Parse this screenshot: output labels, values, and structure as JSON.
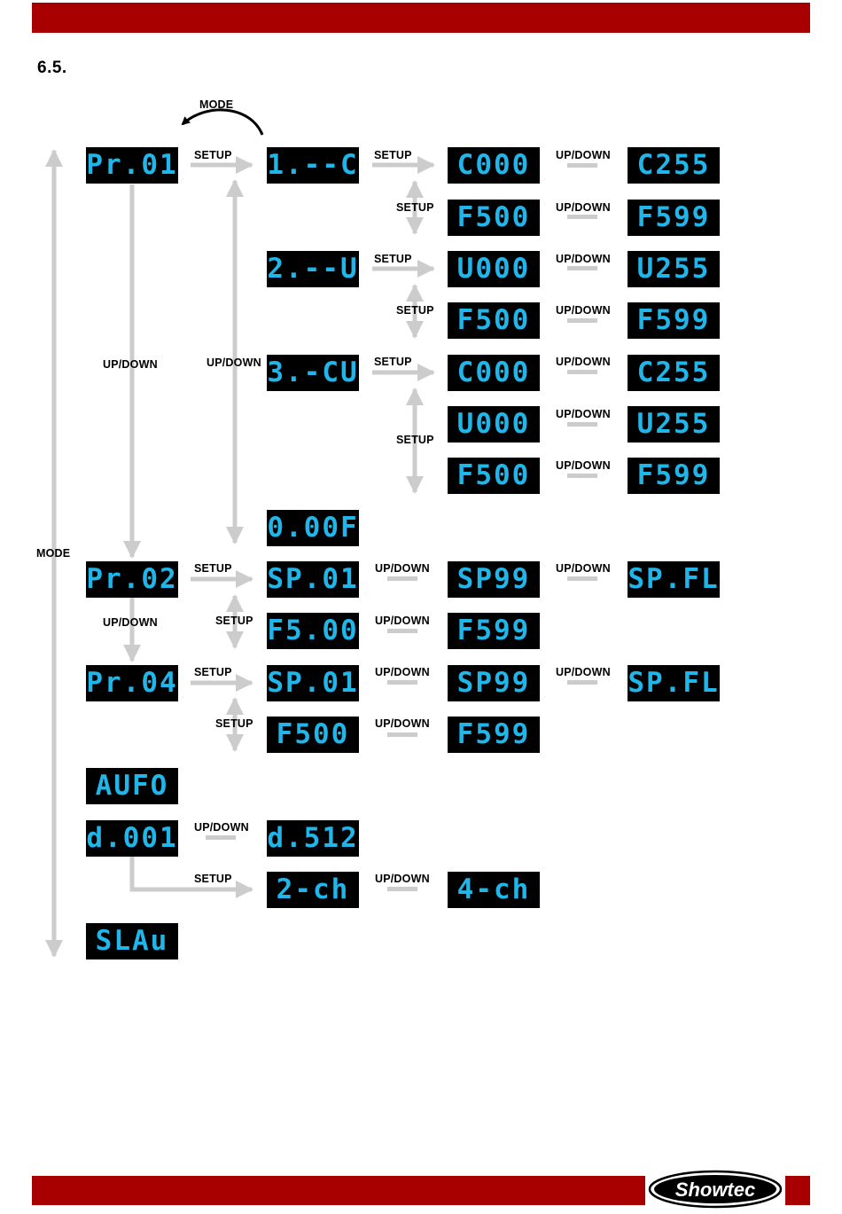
{
  "heading": "6.5.",
  "brand": {
    "logo_text": "Showtec",
    "bar_color": "#a80000"
  },
  "labels": {
    "mode": "MODE",
    "setup": "SETUP",
    "updown": "UP/DOWN"
  },
  "displays": {
    "pr01": "Pr.01",
    "m1": "1.--C",
    "c000a": "C000",
    "c255a": "C255",
    "f500a": "F500",
    "f599a": "F599",
    "m2": "2.--U",
    "u000a": "U000",
    "u255a": "U255",
    "f500b": "F500",
    "f599b": "F599",
    "m3": "3.-CU",
    "c000b": "C000",
    "c255b": "C255",
    "u000b": "U000",
    "u255b": "U255",
    "f500c": "F500",
    "f599c": "F599",
    "d00f": "0.00F",
    "pr02": "Pr.02",
    "sp01a": "SP.01",
    "sp99a": "SP99",
    "spfla": "SP.FL",
    "f500d": "F5.00",
    "f599d": "F599",
    "pr04": "Pr.04",
    "sp01b": "SP.01",
    "sp99b": "SP99",
    "spflb": "SP.FL",
    "f500e": "F500",
    "f599e": "F599",
    "auto": "AUFO",
    "d001": "d.001",
    "d512": "d.512",
    "ch2": "2-ch",
    "ch4": "4-ch",
    "slav": "SLAu"
  }
}
